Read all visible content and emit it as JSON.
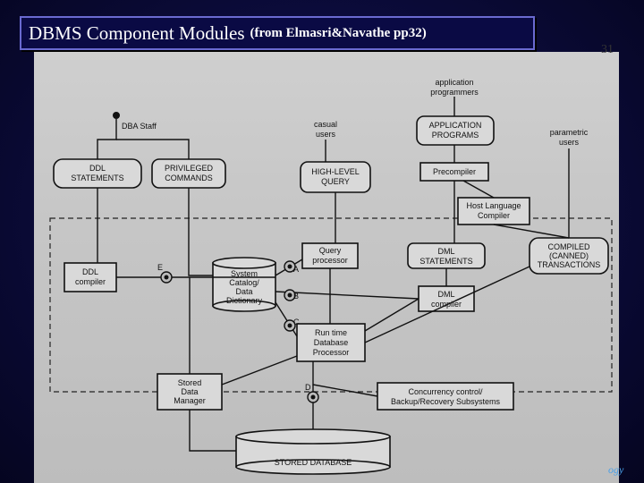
{
  "title": {
    "main": "DBMS Component Modules",
    "sub": "(from Elmasri&Navathe pp32)"
  },
  "page_number": "31",
  "corner_text": "ogy",
  "diagram": {
    "users": {
      "dba": "DBA Staff",
      "casual": [
        "casual",
        "users"
      ],
      "app": [
        "application",
        "programmers"
      ],
      "param": [
        "parametric",
        "users"
      ]
    },
    "boxes": {
      "ddl_statements": [
        "DDL",
        "STATEMENTS"
      ],
      "privileged": [
        "PRIVILEGED",
        "COMMANDS"
      ],
      "hlq": [
        "HIGH-LEVEL",
        "QUERY"
      ],
      "app_programs": [
        "APPLICATION",
        "PROGRAMS"
      ],
      "precompiler": [
        "Precompiler"
      ],
      "host_compiler": [
        "Host Language",
        "Compiler"
      ],
      "ddl_compiler": [
        "DDL",
        "compiler"
      ],
      "catalog": [
        "System",
        "Catalog/",
        "Data",
        "Dictionary"
      ],
      "query_proc": [
        "Query",
        "processor"
      ],
      "dml_statements": [
        "DML",
        "STATEMENTS"
      ],
      "compiled": [
        "COMPILED",
        "(CANNED)",
        "TRANSACTIONS"
      ],
      "dml_compiler": [
        "DML",
        "compiler"
      ],
      "runtime": [
        "Run time",
        "Database",
        "Processor"
      ],
      "stored_mgr": [
        "Stored",
        "Data",
        "Manager"
      ],
      "concurrency": [
        "Concurrency control/",
        "Backup/Recovery Subsystems"
      ],
      "stored_db": [
        "STORED DATABASE"
      ]
    },
    "labels": {
      "A": "A",
      "B": "B",
      "C": "C",
      "D": "D",
      "E": "E"
    }
  }
}
